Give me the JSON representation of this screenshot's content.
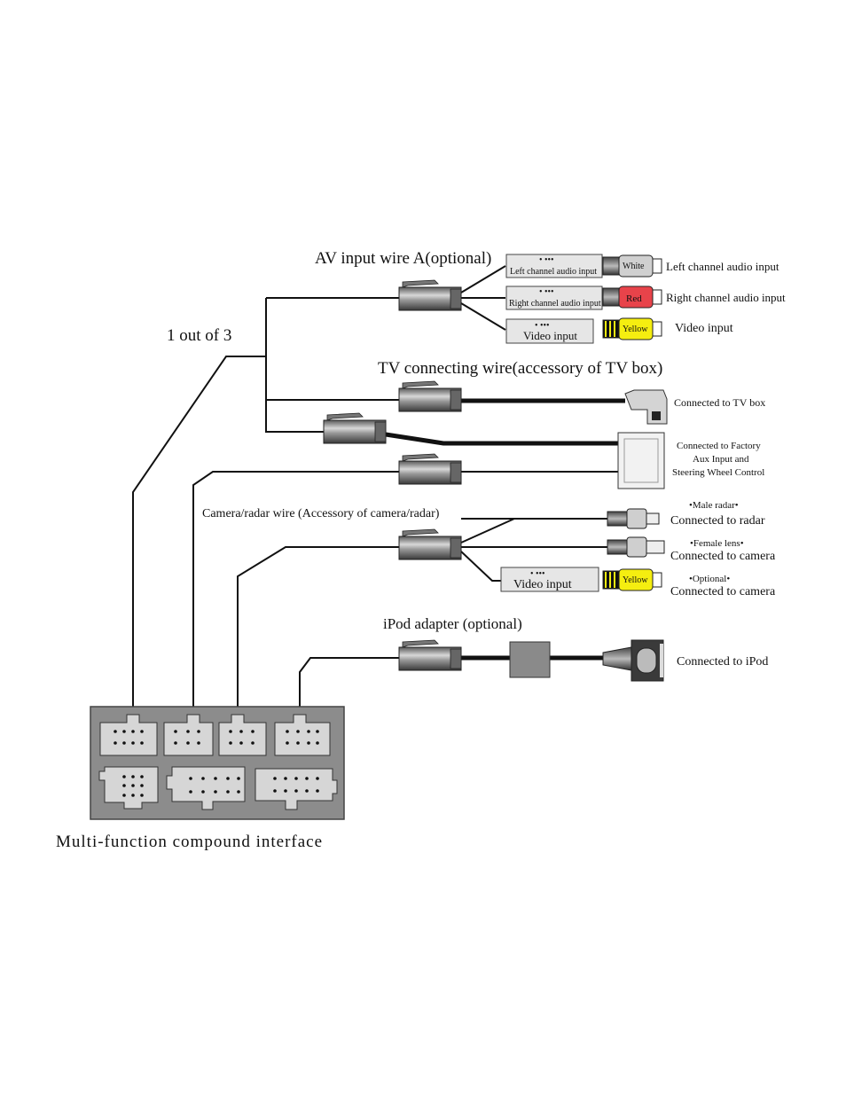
{
  "colors": {
    "white_plug": "#d0d0d0",
    "red_plug": "#e8434a",
    "yellow_plug": "#f5ee10",
    "connector_body": "#7a7a7a",
    "interface_panel": "#8c8c8c"
  },
  "av_wire": {
    "title": "AV input wire A(optional)",
    "tag_left": "Left channel audio input",
    "tag_right": "Right channel audio input",
    "tag_video": "Video input",
    "plug_white": "White",
    "plug_red": "Red",
    "plug_yellow": "Yellow",
    "out_left": "Left channel audio input",
    "out_right": "Right channel audio input",
    "out_video": "Video input"
  },
  "selector": {
    "label": "1 out of 3"
  },
  "tv_wire": {
    "title": "TV connecting wire(accessory of TV box)",
    "out": "Connected to TV box"
  },
  "factory": {
    "line1": "Connected to Factory",
    "line2": "Aux Input and",
    "line3": "Steering Wheel Control"
  },
  "camera_wire": {
    "title": "Camera/radar wire (Accessory of camera/radar)",
    "male_note": "•Male radar•",
    "male_out": "Connected to radar",
    "female_note": "•Female lens•",
    "female_out": "Connected to camera",
    "optional_note": "•Optional•",
    "optional_out": "Connected to camera",
    "tag_video": "Video input",
    "plug_yellow": "Yellow"
  },
  "ipod": {
    "title": "iPod adapter (optional)",
    "out": "Connected to iPod"
  },
  "interface": {
    "label": "Multi-function compound interface"
  }
}
